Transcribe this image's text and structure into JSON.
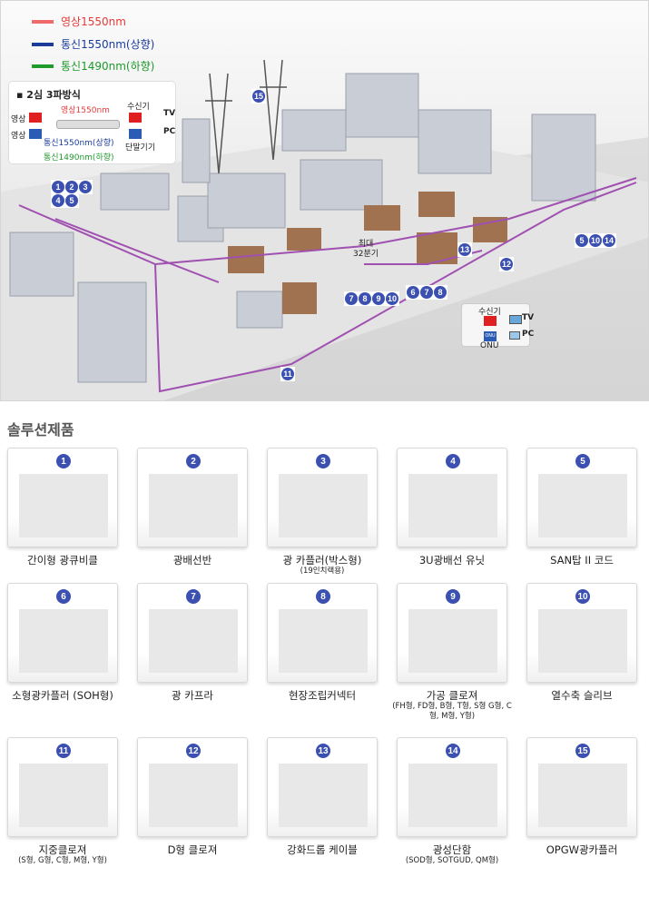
{
  "legend": [
    {
      "label": "영상1550nm",
      "color": "#e83a3a"
    },
    {
      "label": "통신1550nm(상향)",
      "color": "#1a3d9c"
    },
    {
      "label": "통신1490nm(하향)",
      "color": "#1f9a2c"
    }
  ],
  "inset": {
    "title": "2심 3파방식",
    "left_top": "영상",
    "left_bottom": "영상",
    "wave_red": "영상1550nm",
    "wave_blue": "통신1550nm(상향)",
    "wave_green": "통신1490nm(하향)",
    "receiver": "수신기",
    "terminal": "단말기기",
    "tv": "TV",
    "pc": "PC"
  },
  "diagram": {
    "splitter_label_1": "최대",
    "splitter_label_2": "32분기",
    "receiver_box": {
      "receiver": "수신기",
      "onu": "ONU",
      "tv": "TV",
      "pc": "PC",
      "onu_chip": "ONU"
    },
    "badges": {
      "a": [
        "1",
        "2",
        "3"
      ],
      "b": [
        "4",
        "5"
      ],
      "c": [
        "15"
      ],
      "d": [
        "7",
        "8",
        "9",
        "10"
      ],
      "e": [
        "6",
        "7",
        "8"
      ],
      "f": [
        "13"
      ],
      "g": [
        "12"
      ],
      "h": [
        "5",
        "10",
        "14"
      ],
      "i": [
        "11"
      ]
    }
  },
  "section_title": "솔루션제품",
  "products": [
    {
      "num": "1",
      "name": "간이형 광큐비클",
      "sub": ""
    },
    {
      "num": "2",
      "name": "광배선반",
      "sub": ""
    },
    {
      "num": "3",
      "name": "광 카플러(박스형)",
      "sub": "(19인치랙용)"
    },
    {
      "num": "4",
      "name": "3U광배선 유닛",
      "sub": ""
    },
    {
      "num": "5",
      "name": "SAN탑 II 코드",
      "sub": ""
    },
    {
      "num": "6",
      "name": "소형광카플러 (SOH형)",
      "sub": ""
    },
    {
      "num": "7",
      "name": "광 카프라",
      "sub": ""
    },
    {
      "num": "8",
      "name": "현장조립커넥터",
      "sub": ""
    },
    {
      "num": "9",
      "name": "가공 클로져",
      "sub": "(FH형, FD형, B형, T형, S형 G형, C형, M형, Y형)"
    },
    {
      "num": "10",
      "name": "열수축 슬리브",
      "sub": ""
    },
    {
      "num": "11",
      "name": "지중클로져",
      "sub": "(S형, G형, C형, M형, Y형)"
    },
    {
      "num": "12",
      "name": "D형 클로져",
      "sub": ""
    },
    {
      "num": "13",
      "name": "강화드롭 케이블",
      "sub": ""
    },
    {
      "num": "14",
      "name": "광성단함",
      "sub": "(SOD형, SOTGUD, QM형)"
    },
    {
      "num": "15",
      "name": "OPGW광카플러",
      "sub": ""
    }
  ]
}
